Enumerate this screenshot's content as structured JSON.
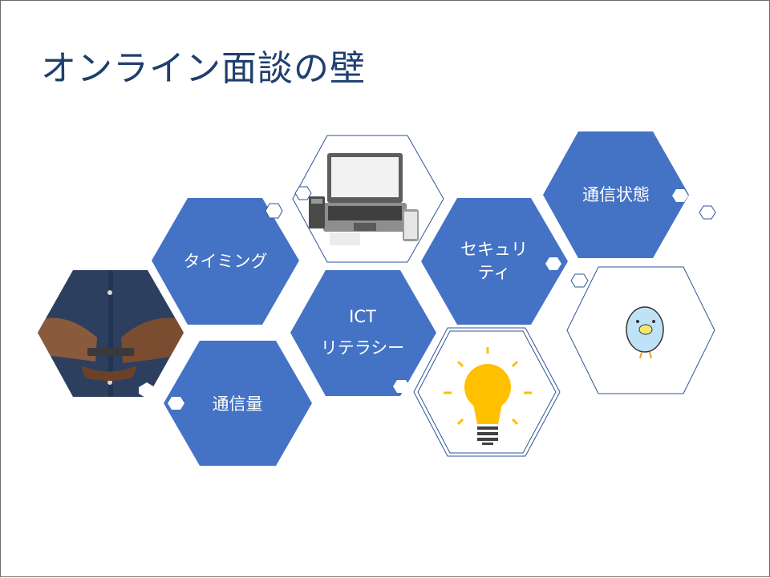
{
  "slide": {
    "title": "オンライン面談の壁",
    "colors": {
      "title": "#1f3f6e",
      "hex_fill": "#4472c4",
      "outline": "#2f5597",
      "bulb": "#ffc000"
    },
    "hexagons": [
      {
        "id": "timing",
        "label_lines": [
          "タイミング"
        ]
      },
      {
        "id": "data-volume",
        "label_lines": [
          "通信量"
        ]
      },
      {
        "id": "ict-literacy",
        "label_lines": [
          "ICT",
          "リテラシー"
        ]
      },
      {
        "id": "security",
        "label_lines": [
          "セキュリ",
          "ティ"
        ]
      },
      {
        "id": "connection-status",
        "label_lines": [
          "通信状態"
        ]
      }
    ],
    "images": [
      {
        "id": "smartphone-hands",
        "icon": "smartphone-hands-photo"
      },
      {
        "id": "laptop-devices",
        "icon": "laptop-icon"
      },
      {
        "id": "lightbulb",
        "icon": "lightbulb-icon"
      },
      {
        "id": "bird",
        "icon": "bird-character-icon"
      }
    ]
  }
}
